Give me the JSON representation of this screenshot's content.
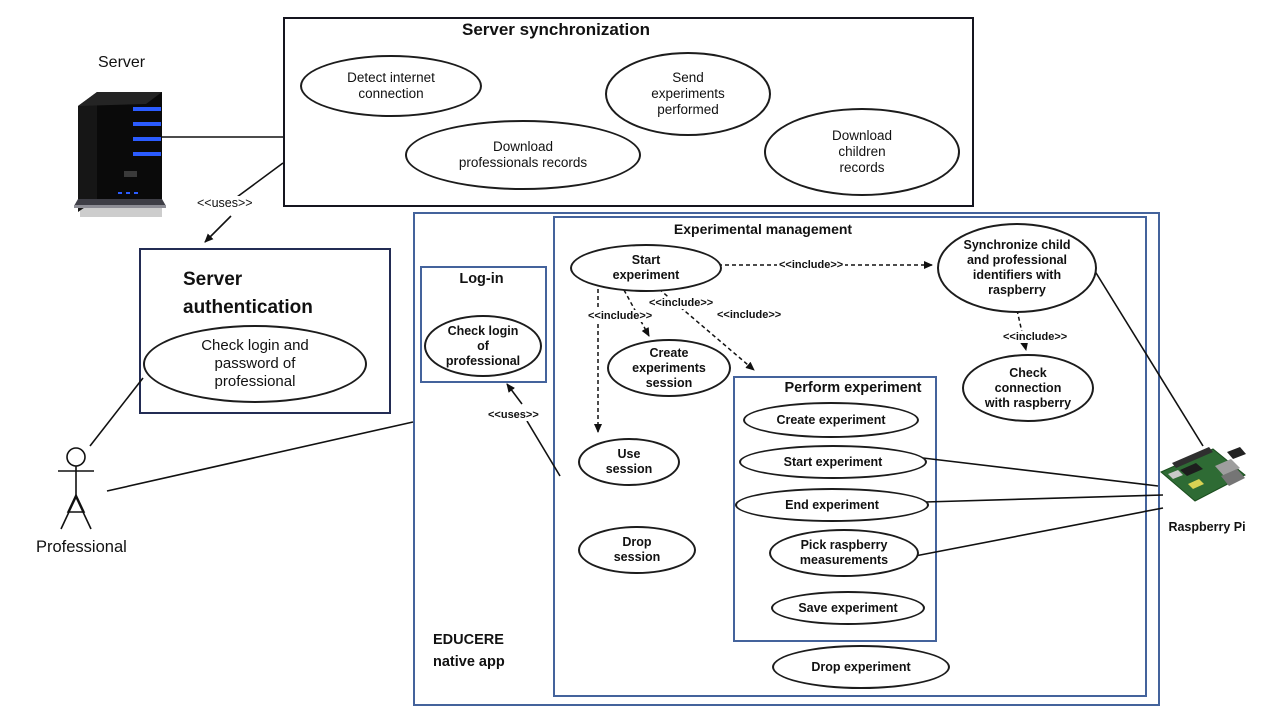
{
  "stereotypes": {
    "uses": "<<uses>>",
    "include": "<<include>>"
  },
  "actors": {
    "server": "Server",
    "professional": "Professional",
    "raspberry_pi": "Raspberry Pi"
  },
  "app": {
    "label": "EDUCERE\nnative app"
  },
  "packages": {
    "server_synchronization": {
      "title": "Server synchronization",
      "use_cases": {
        "detect_internet": "Detect internet\nconnection",
        "send_experiments": "Send\nexperiments\nperformed",
        "download_professionals": "Download\nprofessionals records",
        "download_children": "Download\nchildren\nrecords"
      }
    },
    "server_authentication": {
      "title": "Server\nauthentication",
      "use_cases": {
        "check_login_password": "Check login and\npassword of\nprofessional"
      }
    },
    "login": {
      "title": "Log-in",
      "use_cases": {
        "check_login": "Check login\nof\nprofessional"
      }
    },
    "experimental_management": {
      "title": "Experimental management",
      "use_cases": {
        "start_experiment": "Start\nexperiment",
        "synchronize_identifiers": "Synchronize child\nand professional\nidentifiers with\nraspberry",
        "create_experiments_session": "Create\nexperiments\nsession",
        "check_connection": "Check\nconnection\nwith raspberry",
        "use_session": "Use\nsession",
        "drop_session": "Drop\nsession",
        "drop_experiment": "Drop experiment"
      }
    },
    "perform_experiment": {
      "title": "Perform experiment",
      "use_cases": {
        "create_experiment": "Create experiment",
        "start_experiment": "Start experiment",
        "end_experiment": "End experiment",
        "pick_measurements": "Pick raspberry\nmeasurements",
        "save_experiment": "Save experiment"
      }
    }
  }
}
